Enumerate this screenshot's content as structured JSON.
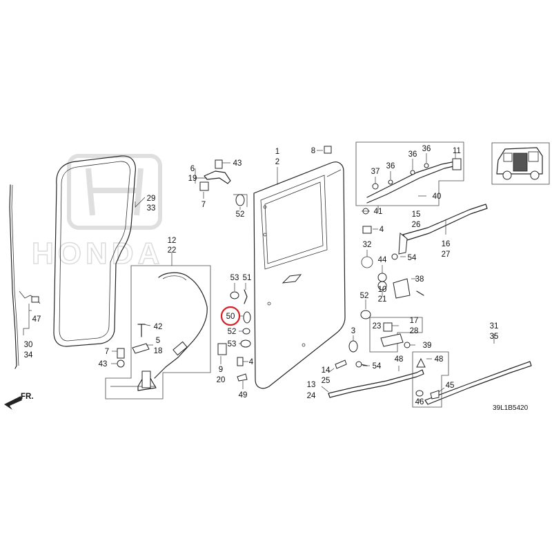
{
  "watermark": {
    "brand": "HONDA"
  },
  "diagram_code": "39L1B5420",
  "direction_label": "FR.",
  "highlight": "50",
  "callouts": [
    {
      "id": "c1",
      "lines": [
        "1",
        "2"
      ]
    },
    {
      "id": "c8",
      "lines": [
        "8"
      ]
    },
    {
      "id": "c6",
      "lines": [
        "6",
        "19"
      ]
    },
    {
      "id": "c43a",
      "lines": [
        "43"
      ]
    },
    {
      "id": "c7a",
      "lines": [
        "7"
      ]
    },
    {
      "id": "c52a",
      "lines": [
        "52"
      ]
    },
    {
      "id": "c29",
      "lines": [
        "29",
        "33"
      ]
    },
    {
      "id": "c12",
      "lines": [
        "12",
        "22"
      ]
    },
    {
      "id": "c53a",
      "lines": [
        "53"
      ]
    },
    {
      "id": "c51",
      "lines": [
        "51"
      ]
    },
    {
      "id": "c50",
      "lines": [
        "50"
      ]
    },
    {
      "id": "c52b",
      "lines": [
        "52"
      ]
    },
    {
      "id": "c53b",
      "lines": [
        "53"
      ]
    },
    {
      "id": "c4a",
      "lines": [
        "4"
      ]
    },
    {
      "id": "c9",
      "lines": [
        "9",
        "20"
      ]
    },
    {
      "id": "c49",
      "lines": [
        "49"
      ]
    },
    {
      "id": "c42",
      "lines": [
        "42"
      ]
    },
    {
      "id": "c5",
      "lines": [
        "5",
        "18"
      ]
    },
    {
      "id": "c7b",
      "lines": [
        "7"
      ]
    },
    {
      "id": "c43b",
      "lines": [
        "43"
      ]
    },
    {
      "id": "c47",
      "lines": [
        "47"
      ]
    },
    {
      "id": "c30",
      "lines": [
        "30",
        "34"
      ]
    },
    {
      "id": "c37",
      "lines": [
        "37"
      ]
    },
    {
      "id": "c36a",
      "lines": [
        "36"
      ]
    },
    {
      "id": "c36b",
      "lines": [
        "36"
      ]
    },
    {
      "id": "c36c",
      "lines": [
        "36"
      ]
    },
    {
      "id": "c11",
      "lines": [
        "11"
      ]
    },
    {
      "id": "c40",
      "lines": [
        "40"
      ]
    },
    {
      "id": "c41",
      "lines": [
        "41"
      ]
    },
    {
      "id": "c15",
      "lines": [
        "15",
        "26"
      ]
    },
    {
      "id": "c4b",
      "lines": [
        "4"
      ]
    },
    {
      "id": "c32",
      "lines": [
        "32"
      ]
    },
    {
      "id": "c54a",
      "lines": [
        "54"
      ]
    },
    {
      "id": "c16",
      "lines": [
        "16",
        "27"
      ]
    },
    {
      "id": "c44",
      "lines": [
        "44"
      ]
    },
    {
      "id": "c38",
      "lines": [
        "38"
      ]
    },
    {
      "id": "c10",
      "lines": [
        "10",
        "21"
      ]
    },
    {
      "id": "c52c",
      "lines": [
        "52"
      ]
    },
    {
      "id": "c23",
      "lines": [
        "23"
      ]
    },
    {
      "id": "c17",
      "lines": [
        "17",
        "28"
      ]
    },
    {
      "id": "c39",
      "lines": [
        "39"
      ]
    },
    {
      "id": "c3",
      "lines": [
        "3"
      ]
    },
    {
      "id": "c54b",
      "lines": [
        "54"
      ]
    },
    {
      "id": "c14",
      "lines": [
        "14",
        "25"
      ]
    },
    {
      "id": "c13",
      "lines": [
        "13",
        "24"
      ]
    },
    {
      "id": "c48a",
      "lines": [
        "48"
      ]
    },
    {
      "id": "c48b",
      "lines": [
        "48"
      ]
    },
    {
      "id": "c31",
      "lines": [
        "31",
        "35"
      ]
    },
    {
      "id": "c45",
      "lines": [
        "45"
      ]
    },
    {
      "id": "c46",
      "lines": [
        "46"
      ]
    }
  ]
}
